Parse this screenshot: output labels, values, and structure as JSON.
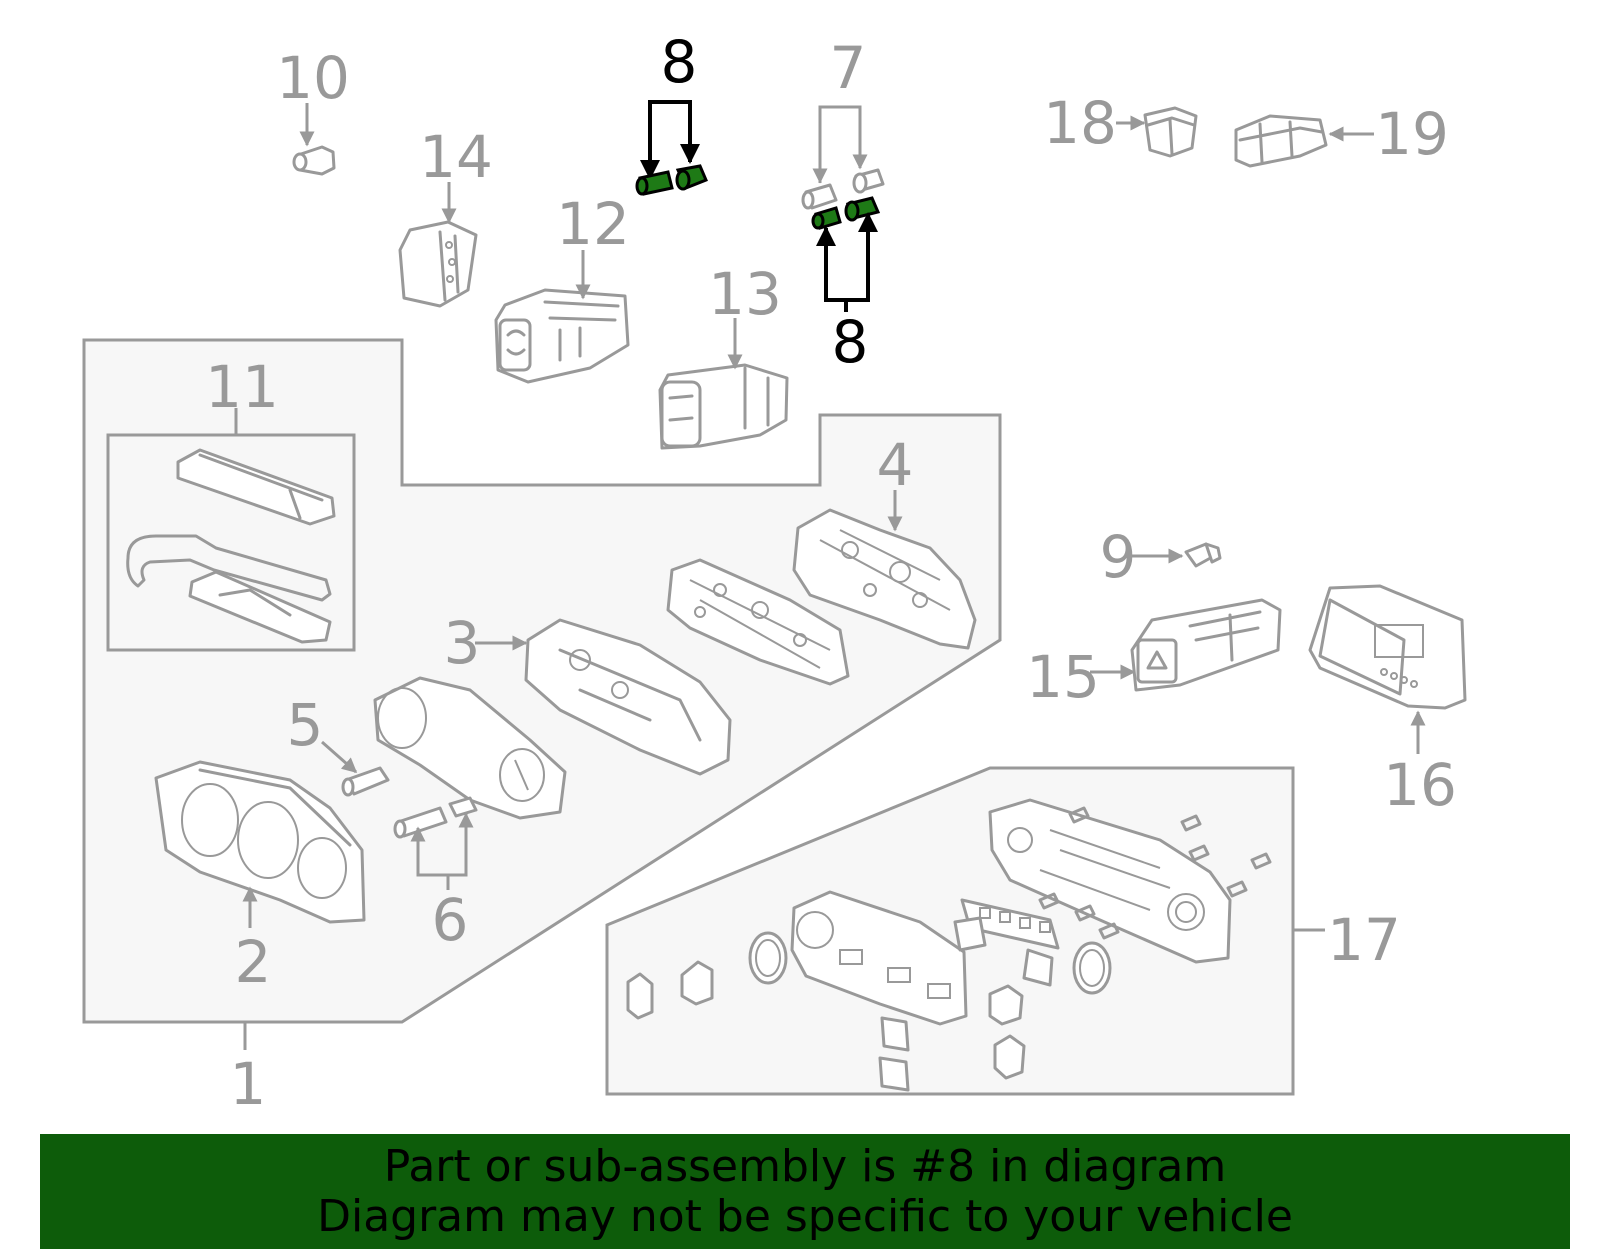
{
  "callouts": {
    "c1": "1",
    "c2": "2",
    "c3": "3",
    "c4": "4",
    "c5": "5",
    "c6": "6",
    "c7": "7",
    "c8a": "8",
    "c8b": "8",
    "c9": "9",
    "c10": "10",
    "c11": "11",
    "c12": "12",
    "c13": "13",
    "c14": "14",
    "c15": "15",
    "c16": "16",
    "c17": "17",
    "c18": "18",
    "c19": "19"
  },
  "highlight_color": "#1e7a16",
  "banner": {
    "line1": "Part or sub-assembly is #8 in diagram",
    "line2": "Diagram may not be specific to your vehicle",
    "background": "#0d5c0a"
  }
}
